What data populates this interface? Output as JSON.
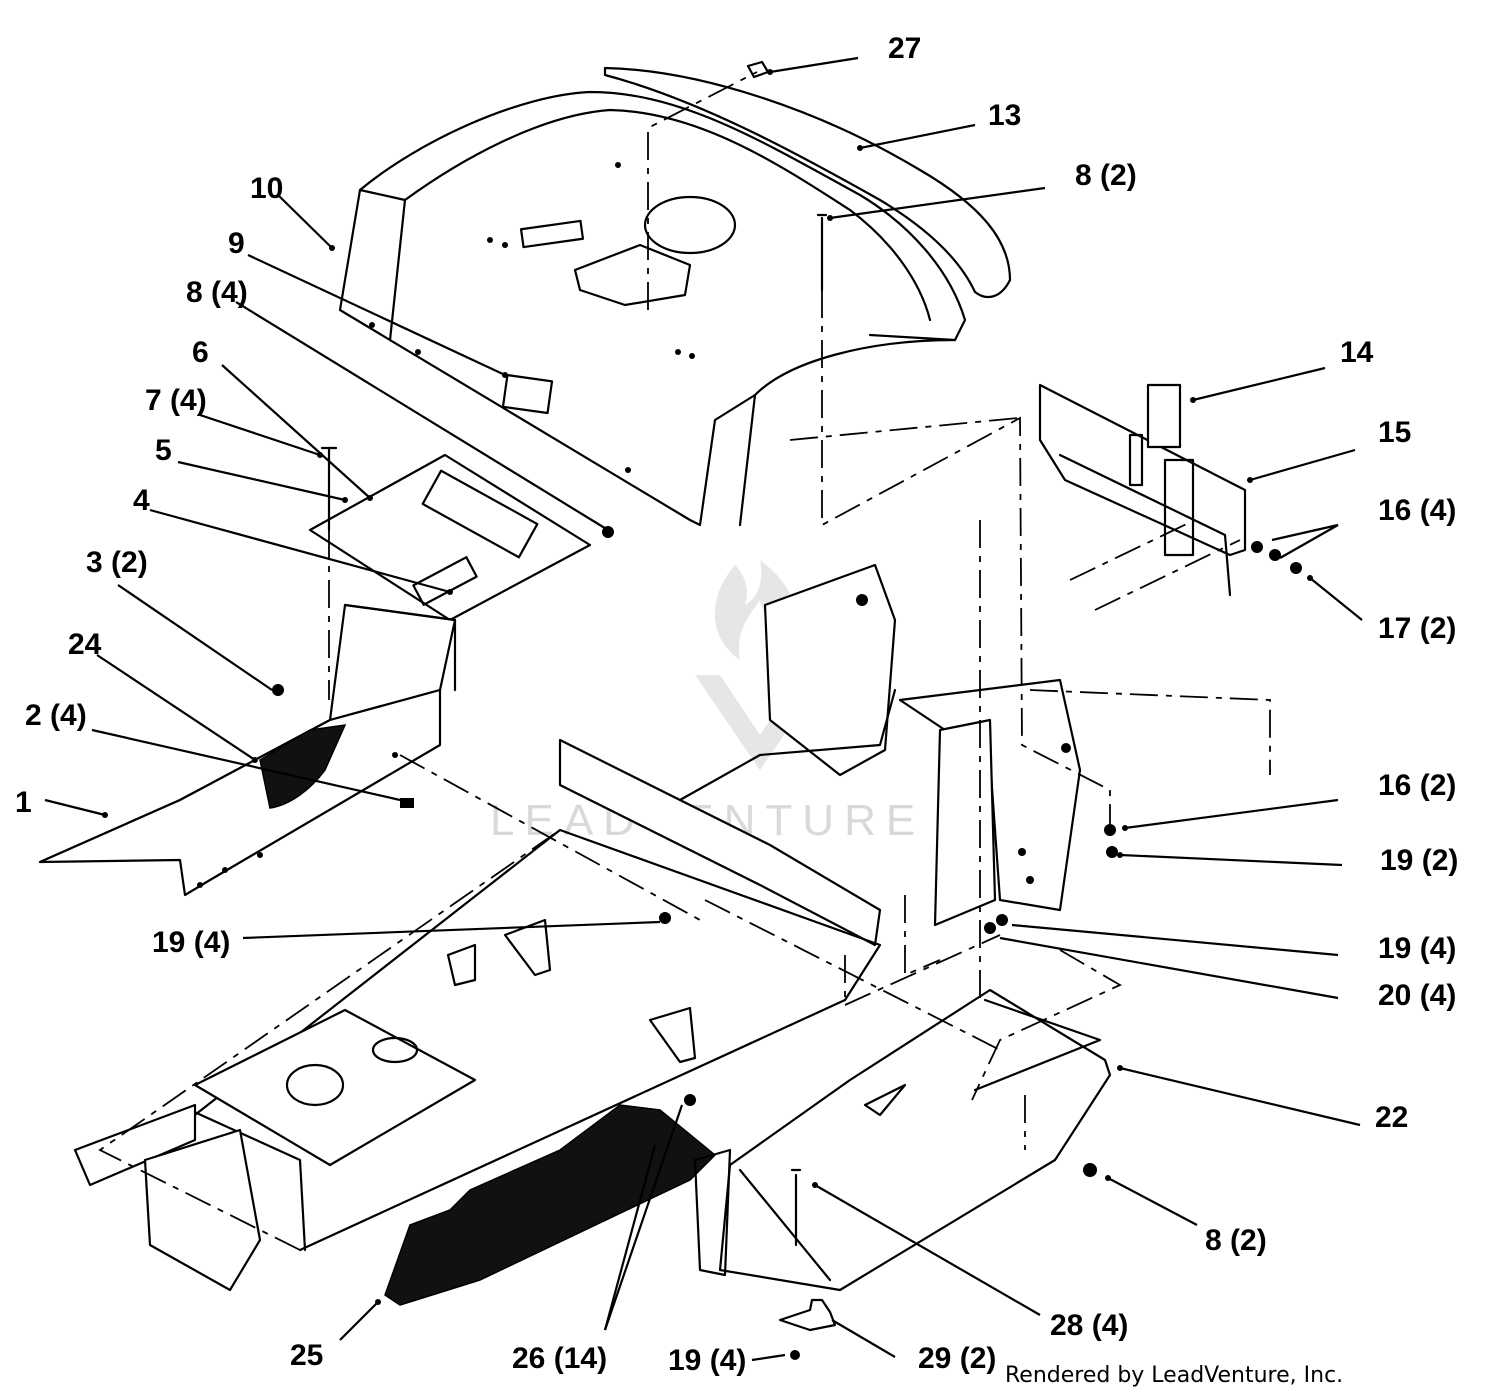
{
  "callouts": [
    {
      "label": "27"
    },
    {
      "label": "13"
    },
    {
      "label": "8 (2)"
    },
    {
      "label": "10"
    },
    {
      "label": "9"
    },
    {
      "label": "8 (4)"
    },
    {
      "label": "6"
    },
    {
      "label": "7 (4)"
    },
    {
      "label": "5"
    },
    {
      "label": "4"
    },
    {
      "label": "3 (2)"
    },
    {
      "label": "24"
    },
    {
      "label": "2 (4)"
    },
    {
      "label": "1"
    },
    {
      "label": "14"
    },
    {
      "label": "15"
    },
    {
      "label": "16 (4)"
    },
    {
      "label": "17 (2)"
    },
    {
      "label": "16 (2)"
    },
    {
      "label": "19 (2)"
    },
    {
      "label": "19 (4)"
    },
    {
      "label": "19 (4)"
    },
    {
      "label": "20 (4)"
    },
    {
      "label": "22"
    },
    {
      "label": "8 (2)"
    },
    {
      "label": "28 (4)"
    },
    {
      "label": "25"
    },
    {
      "label": "26 (14)"
    },
    {
      "label": "19 (4)"
    },
    {
      "label": "29 (2)"
    }
  ],
  "watermark": "LEADVENTURE",
  "credit": "Rendered by LeadVenture, Inc."
}
